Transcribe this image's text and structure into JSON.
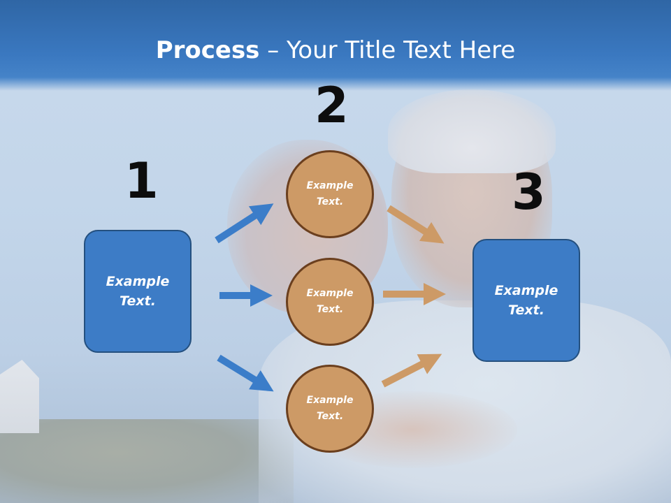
{
  "title": {
    "bold": "Process",
    "rest": " – Your Title Text Here"
  },
  "steps": [
    {
      "number": "1",
      "label": "Example Text."
    },
    {
      "number": "2",
      "items": [
        "Example Text.",
        "Example Text.",
        "Example Text."
      ]
    },
    {
      "number": "3",
      "label": "Example Text."
    }
  ],
  "colors": {
    "header": "#3a78c0",
    "box_fill": "#3d7cc6",
    "circle_fill": "#cd9a66",
    "circle_border": "#6b3f1e",
    "arrow_blue": "#3b7dc9",
    "arrow_orange": "#cd9a66"
  }
}
